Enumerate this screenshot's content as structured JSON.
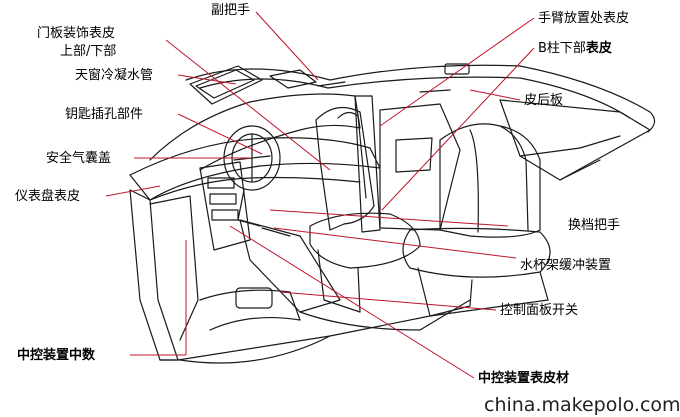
{
  "labels": {
    "fubashou": "副把手",
    "menban_line1": "门板装饰表皮",
    "menban_line2": "上部/下部",
    "tianchuang": "天窗冷凝水管",
    "yaoshi": "钥匙插孔部件",
    "anquan": "安全气囊盖",
    "yibiao": "仪表盘表皮",
    "zhongkong_bold": "中控装置中数",
    "shoubi": "手臂放置处表皮",
    "bzhu_prefix": "B柱下部",
    "bzhu_bold": "表皮",
    "pihouban": "皮后板",
    "huandang": "换档把手",
    "shuibei": "水杯架缓冲装置",
    "kongzhi": "控制面板开关",
    "zhongkong_pici": "中控装置表皮材"
  },
  "watermark": "china.makepolo.com",
  "colors": {
    "leader_line": "#c0152a",
    "drawing_line": "#1a1a1a",
    "text": "#000000"
  }
}
